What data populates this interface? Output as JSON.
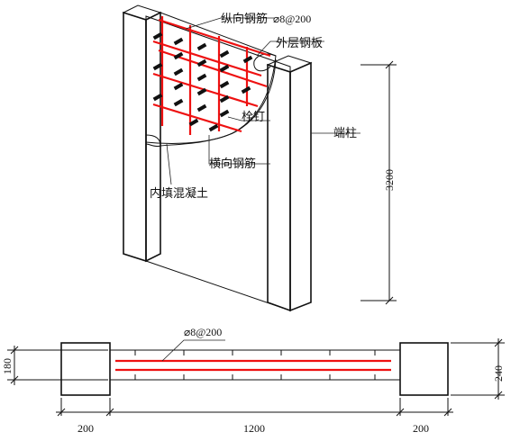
{
  "labels": {
    "vertical_rebar": "纵向钢筋",
    "vertical_rebar_spec": "⌀8@200",
    "outer_steel_plate": "外层钢板",
    "stud": "栓钉",
    "end_column": "端柱",
    "horizontal_rebar": "横向钢筋",
    "infill_concrete": "内填混凝土"
  },
  "dimensions": {
    "height": "3200",
    "section_rebar_spec": "⌀8@200",
    "wall_thickness": "180",
    "column_depth": "240",
    "left_column_width": "200",
    "web_length": "1200",
    "right_column_width": "200"
  },
  "colors": {
    "rebar": "#e11111",
    "outline": "#111111",
    "hatch": "#9a9a9a"
  }
}
